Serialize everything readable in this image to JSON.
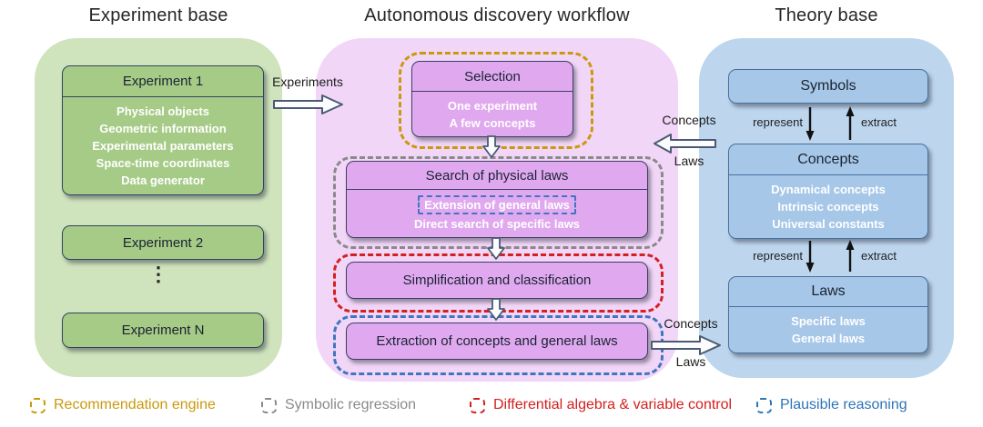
{
  "titles": {
    "experiment_base": "Experiment base",
    "workflow": "Autonomous discovery workflow",
    "theory_base": "Theory base"
  },
  "experiment_base": {
    "experiment_1": {
      "title": "Experiment 1",
      "items": [
        "Physical objects",
        "Geometric information",
        "Experimental parameters",
        "Space-time coordinates",
        "Data generator"
      ]
    },
    "experiment_2": {
      "title": "Experiment 2"
    },
    "ellipsis": "⋮",
    "experiment_n": {
      "title": "Experiment N"
    }
  },
  "workflow": {
    "selection": {
      "title": "Selection",
      "items": [
        "One experiment",
        "A few concepts"
      ]
    },
    "search_of_physical_laws": {
      "title": "Search of physical laws",
      "highlighted_item": "Extension of general laws",
      "item": "Direct search of specific laws"
    },
    "simplification": {
      "title": "Simplification and classification"
    },
    "extraction": {
      "title": "Extraction of concepts and general laws"
    }
  },
  "theory_base": {
    "symbols": {
      "title": "Symbols"
    },
    "concepts": {
      "title": "Concepts",
      "items": [
        "Dynamical concepts",
        "Intrinsic concepts",
        "Universal constants"
      ]
    },
    "laws": {
      "title": "Laws",
      "items": [
        "Specific laws",
        "General laws"
      ]
    },
    "represent_label": "represent",
    "extract_label": "extract"
  },
  "flow_labels": {
    "experiments": "Experiments",
    "theory_to_workflow": {
      "top": "Concepts",
      "bottom": "Laws"
    },
    "workflow_to_theory": {
      "top": "Concepts",
      "bottom": "Laws"
    }
  },
  "legend": {
    "items": [
      {
        "label": "Recommendation engine",
        "color": "#C9990E"
      },
      {
        "label": "Symbolic regression",
        "color": "#8A8A8A"
      },
      {
        "label": "Differential algebra & variable control",
        "color": "#D42020"
      },
      {
        "label": "Plausible reasoning",
        "color": "#2E75B6"
      }
    ]
  },
  "colors": {
    "experiment_panel": "#CFE3BC",
    "experiment_box": "#A6CB87",
    "workflow_panel": "#F2D6F8",
    "workflow_box": "#E0A9EF",
    "theory_panel": "#BDD6EE",
    "theory_box": "#A6C7E8",
    "dashed_gold": "#C9990E",
    "dashed_gray": "#8A8A8A",
    "dashed_red": "#D42020",
    "dashed_blue": "#3F76C0"
  }
}
